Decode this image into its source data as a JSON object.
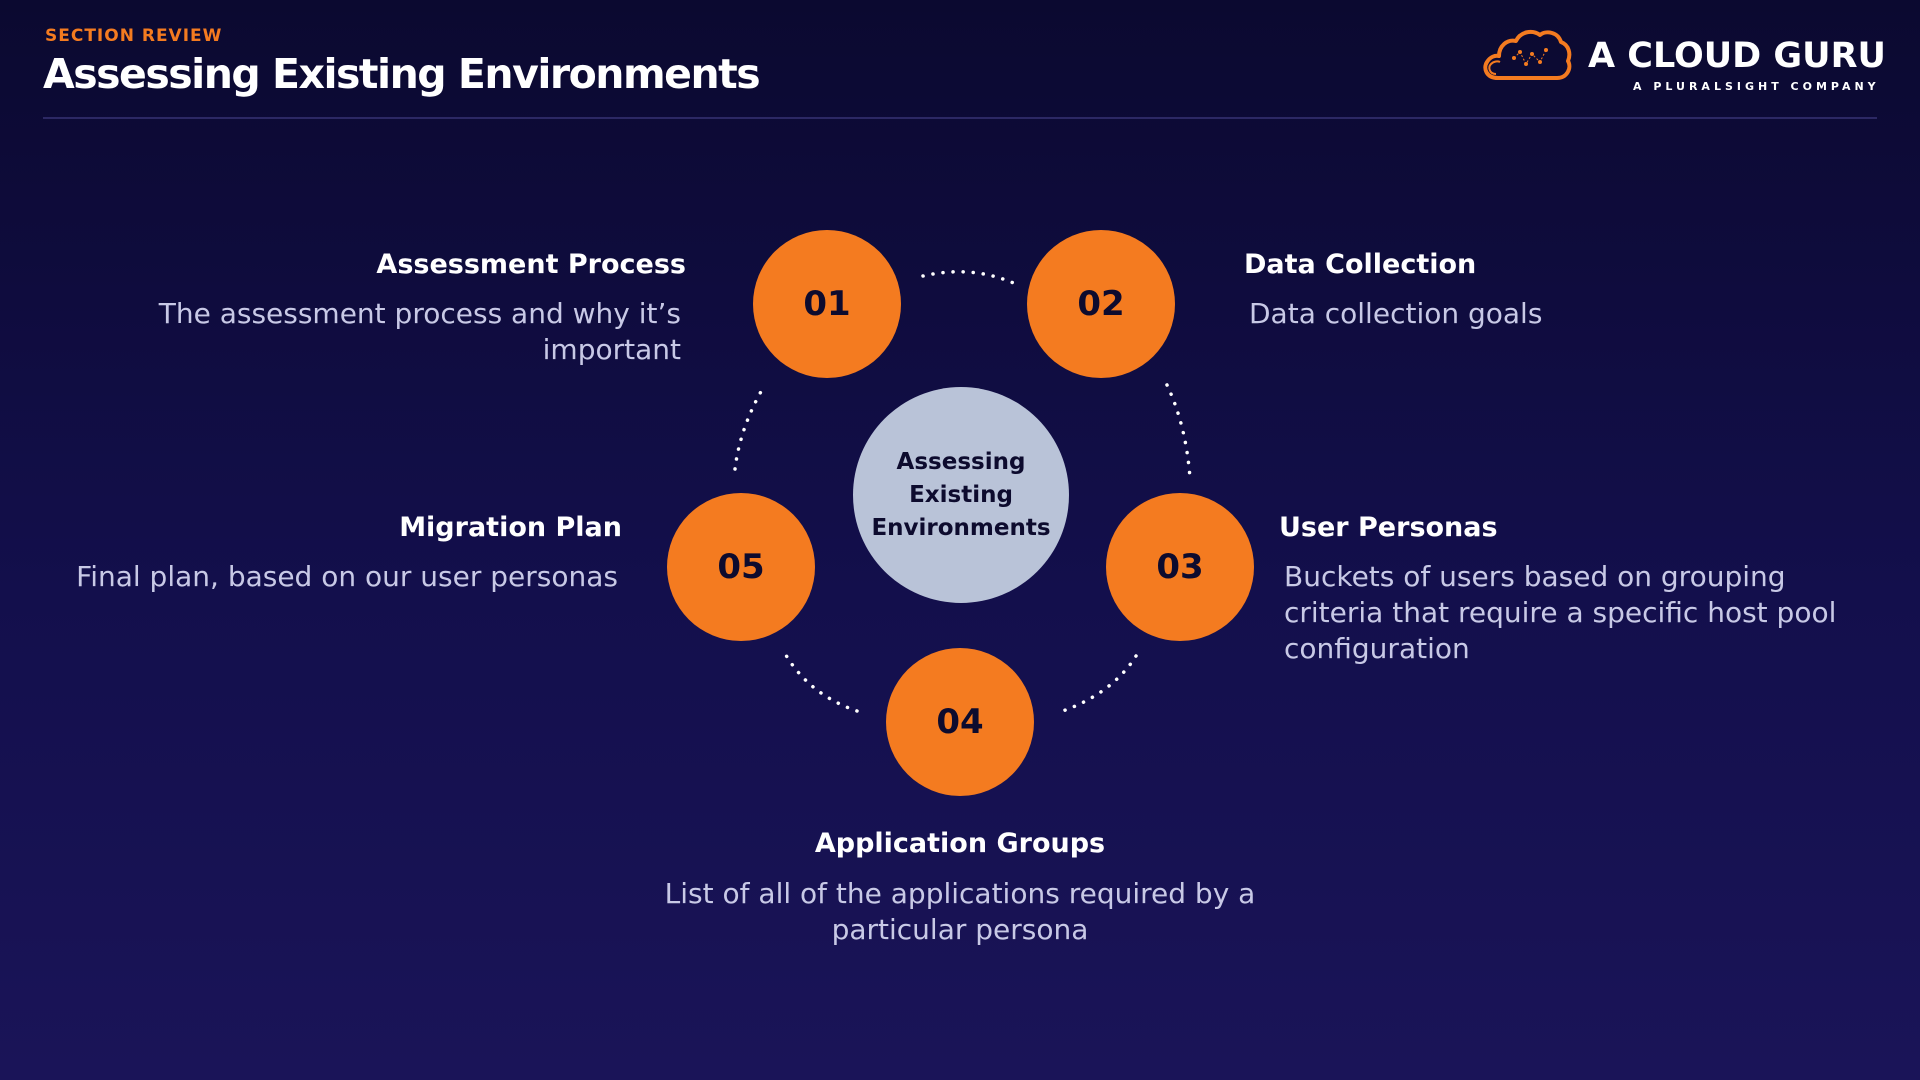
{
  "header": {
    "eyebrow": "SECTION REVIEW",
    "title": "Assessing Existing Environments"
  },
  "logo": {
    "name": "A CLOUD GURU",
    "tagline": "A PLURALSIGHT COMPANY",
    "icon": "cloud-icon",
    "color": "#f47b20"
  },
  "colors": {
    "accent": "#f47b20",
    "center_circle": "#b9c3d8",
    "background": "#130f4c"
  },
  "diagram": {
    "center_label": "Assessing Existing Environments",
    "steps": [
      {
        "number": "01",
        "title": "Assessment Process",
        "description": "The assessment process and why it’s important"
      },
      {
        "number": "02",
        "title": "Data Collection",
        "description": "Data collection goals"
      },
      {
        "number": "03",
        "title": "User Personas",
        "description": "Buckets of users based on grouping criteria that require a specific host pool configuration"
      },
      {
        "number": "04",
        "title": "Application Groups",
        "description": "List of all of the applications required by a particular persona"
      },
      {
        "number": "05",
        "title": "Migration Plan",
        "description": "Final plan, based on our user personas"
      }
    ]
  }
}
